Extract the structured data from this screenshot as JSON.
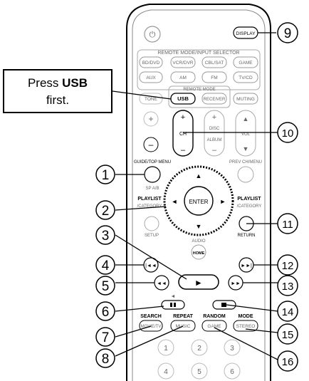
{
  "callout": {
    "pre": "Press ",
    "key": "USB",
    "post": "first."
  },
  "section_labels": {
    "remote_mode_input_selector": "REMOTE MODE/INPUT SELECTOR",
    "remote_mode": "REMOTE MODE"
  },
  "buttons": {
    "bd_dvd": "BD/DVD",
    "vcr_dvr": "VCR/DVR",
    "cbl_sat": "CBL/SAT",
    "game": "GAME",
    "aux": "AUX",
    "am": "AM",
    "fm": "FM",
    "tv_cd": "TV/CD",
    "tone": "TONE",
    "usb": "USB",
    "receiver": "RECEIVER",
    "muting": "MUTING",
    "display": "DISPLAY",
    "ch": "CH",
    "disc": "DISC",
    "album": "ALBUM",
    "vol": "VOL",
    "guide_top_menu": "GUIDE/TOP MENU",
    "sp_ab": "SP A/B",
    "prev_ch_menu": "PREV CH/MENU",
    "playlist": "PLAYLIST",
    "category": "/CATEGORY",
    "enter": "ENTER",
    "setup": "SETUP",
    "return": "RETURN",
    "audio": "AUDIO",
    "home": "HOME",
    "search": "SEARCH",
    "repeat": "REPEAT",
    "random": "RANDOM",
    "mode": "MODE",
    "movie_tv": "MOVIE/TV",
    "music": "MUSIC",
    "game2": "GAME",
    "stereo": "STEREO",
    "plus": "+",
    "minus": "–",
    "num1": "1",
    "num2": "2",
    "num3": "3",
    "num4": "4",
    "num5": "5",
    "num6": "6"
  },
  "callouts": [
    "1",
    "2",
    "3",
    "4",
    "5",
    "6",
    "7",
    "8",
    "9",
    "10",
    "11",
    "12",
    "13",
    "14",
    "15",
    "16"
  ]
}
